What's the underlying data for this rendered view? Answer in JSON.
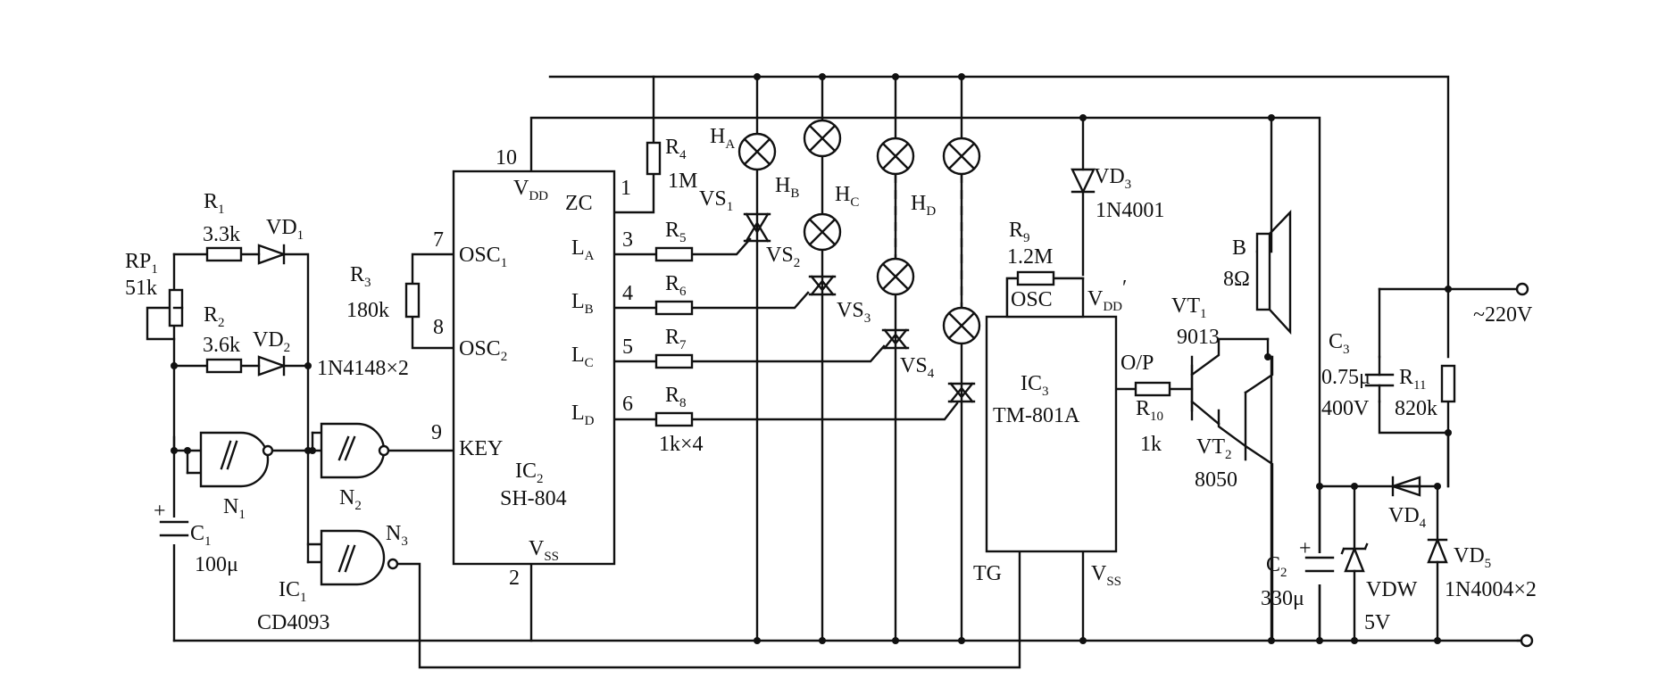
{
  "supply": {
    "mains_label": "~220V"
  },
  "components": {
    "RP1": {
      "name": "RP",
      "sub": "1",
      "value": "51k"
    },
    "R1": {
      "name": "R",
      "sub": "1",
      "value": "3.3k"
    },
    "R2": {
      "name": "R",
      "sub": "2",
      "value": "3.6k"
    },
    "R3": {
      "name": "R",
      "sub": "3",
      "value": "180k"
    },
    "R4": {
      "name": "R",
      "sub": "4",
      "value": "1M"
    },
    "R5": {
      "name": "R",
      "sub": "5"
    },
    "R6": {
      "name": "R",
      "sub": "6"
    },
    "R7": {
      "name": "R",
      "sub": "7"
    },
    "R8": {
      "name": "R",
      "sub": "8",
      "value": "1k×4"
    },
    "R9": {
      "name": "R",
      "sub": "9",
      "value": "1.2M"
    },
    "R10": {
      "name": "R",
      "sub": "10",
      "value": "1k"
    },
    "R11": {
      "name": "R",
      "sub": "11",
      "value": "820k"
    },
    "VD1": {
      "name": "VD",
      "sub": "1"
    },
    "VD2": {
      "name": "VD",
      "sub": "2",
      "value": "1N4148×2"
    },
    "VD3": {
      "name": "VD",
      "sub": "3",
      "value": "1N4001"
    },
    "VD4": {
      "name": "VD",
      "sub": "4"
    },
    "VD5": {
      "name": "VD",
      "sub": "5",
      "value": "1N4004×2"
    },
    "VDW": {
      "name": "VDW",
      "value": "5V"
    },
    "C1": {
      "name": "C",
      "sub": "1",
      "value": "100μ"
    },
    "C2": {
      "name": "C",
      "sub": "2",
      "value": "330μ"
    },
    "C3": {
      "name": "C",
      "sub": "3",
      "value": "0.75μ",
      "voltage": "400V"
    },
    "N1": {
      "name": "N",
      "sub": "1"
    },
    "N2": {
      "name": "N",
      "sub": "2"
    },
    "N3": {
      "name": "N",
      "sub": "3"
    },
    "IC1": {
      "name": "IC",
      "sub": "1",
      "part": "CD4093"
    },
    "IC2": {
      "name": "IC",
      "sub": "2",
      "part": "SH-804"
    },
    "IC3": {
      "name": "IC",
      "sub": "3",
      "part": "TM-801A"
    },
    "VT1": {
      "name": "VT",
      "sub": "1",
      "part": "9013"
    },
    "VT2": {
      "name": "VT",
      "sub": "2",
      "part": "8050"
    },
    "B": {
      "name": "B",
      "value": "8Ω"
    },
    "VS1": {
      "name": "VS",
      "sub": "1"
    },
    "VS2": {
      "name": "VS",
      "sub": "2"
    },
    "VS3": {
      "name": "VS",
      "sub": "3"
    },
    "VS4": {
      "name": "VS",
      "sub": "4"
    },
    "HA": {
      "name": "H",
      "sub": "A"
    },
    "HB": {
      "name": "H",
      "sub": "B"
    },
    "HC": {
      "name": "H",
      "sub": "C"
    },
    "HD": {
      "name": "H",
      "sub": "D"
    }
  },
  "ic2_pins": {
    "vdd": "V",
    "vdd_sub": "DD",
    "zc": "ZC",
    "la": "L",
    "la_sub": "A",
    "lb": "L",
    "lb_sub": "B",
    "lc": "L",
    "lc_sub": "C",
    "ld": "L",
    "ld_sub": "D",
    "osc1": "OSC",
    "osc1_sub": "1",
    "osc2": "OSC",
    "osc2_sub": "2",
    "key": "KEY",
    "vss": "V",
    "vss_sub": "SS",
    "n10": "10",
    "n1": "1",
    "n3": "3",
    "n4": "4",
    "n5": "5",
    "n6": "6",
    "n7": "7",
    "n8": "8",
    "n9": "9",
    "n2": "2"
  },
  "ic3_pins": {
    "osc": "OSC",
    "vdd": "V",
    "vdd_sub": "DD",
    "vdd_prime": "′",
    "op": "O/P",
    "tg": "TG",
    "vss": "V",
    "vss_sub": "SS"
  }
}
